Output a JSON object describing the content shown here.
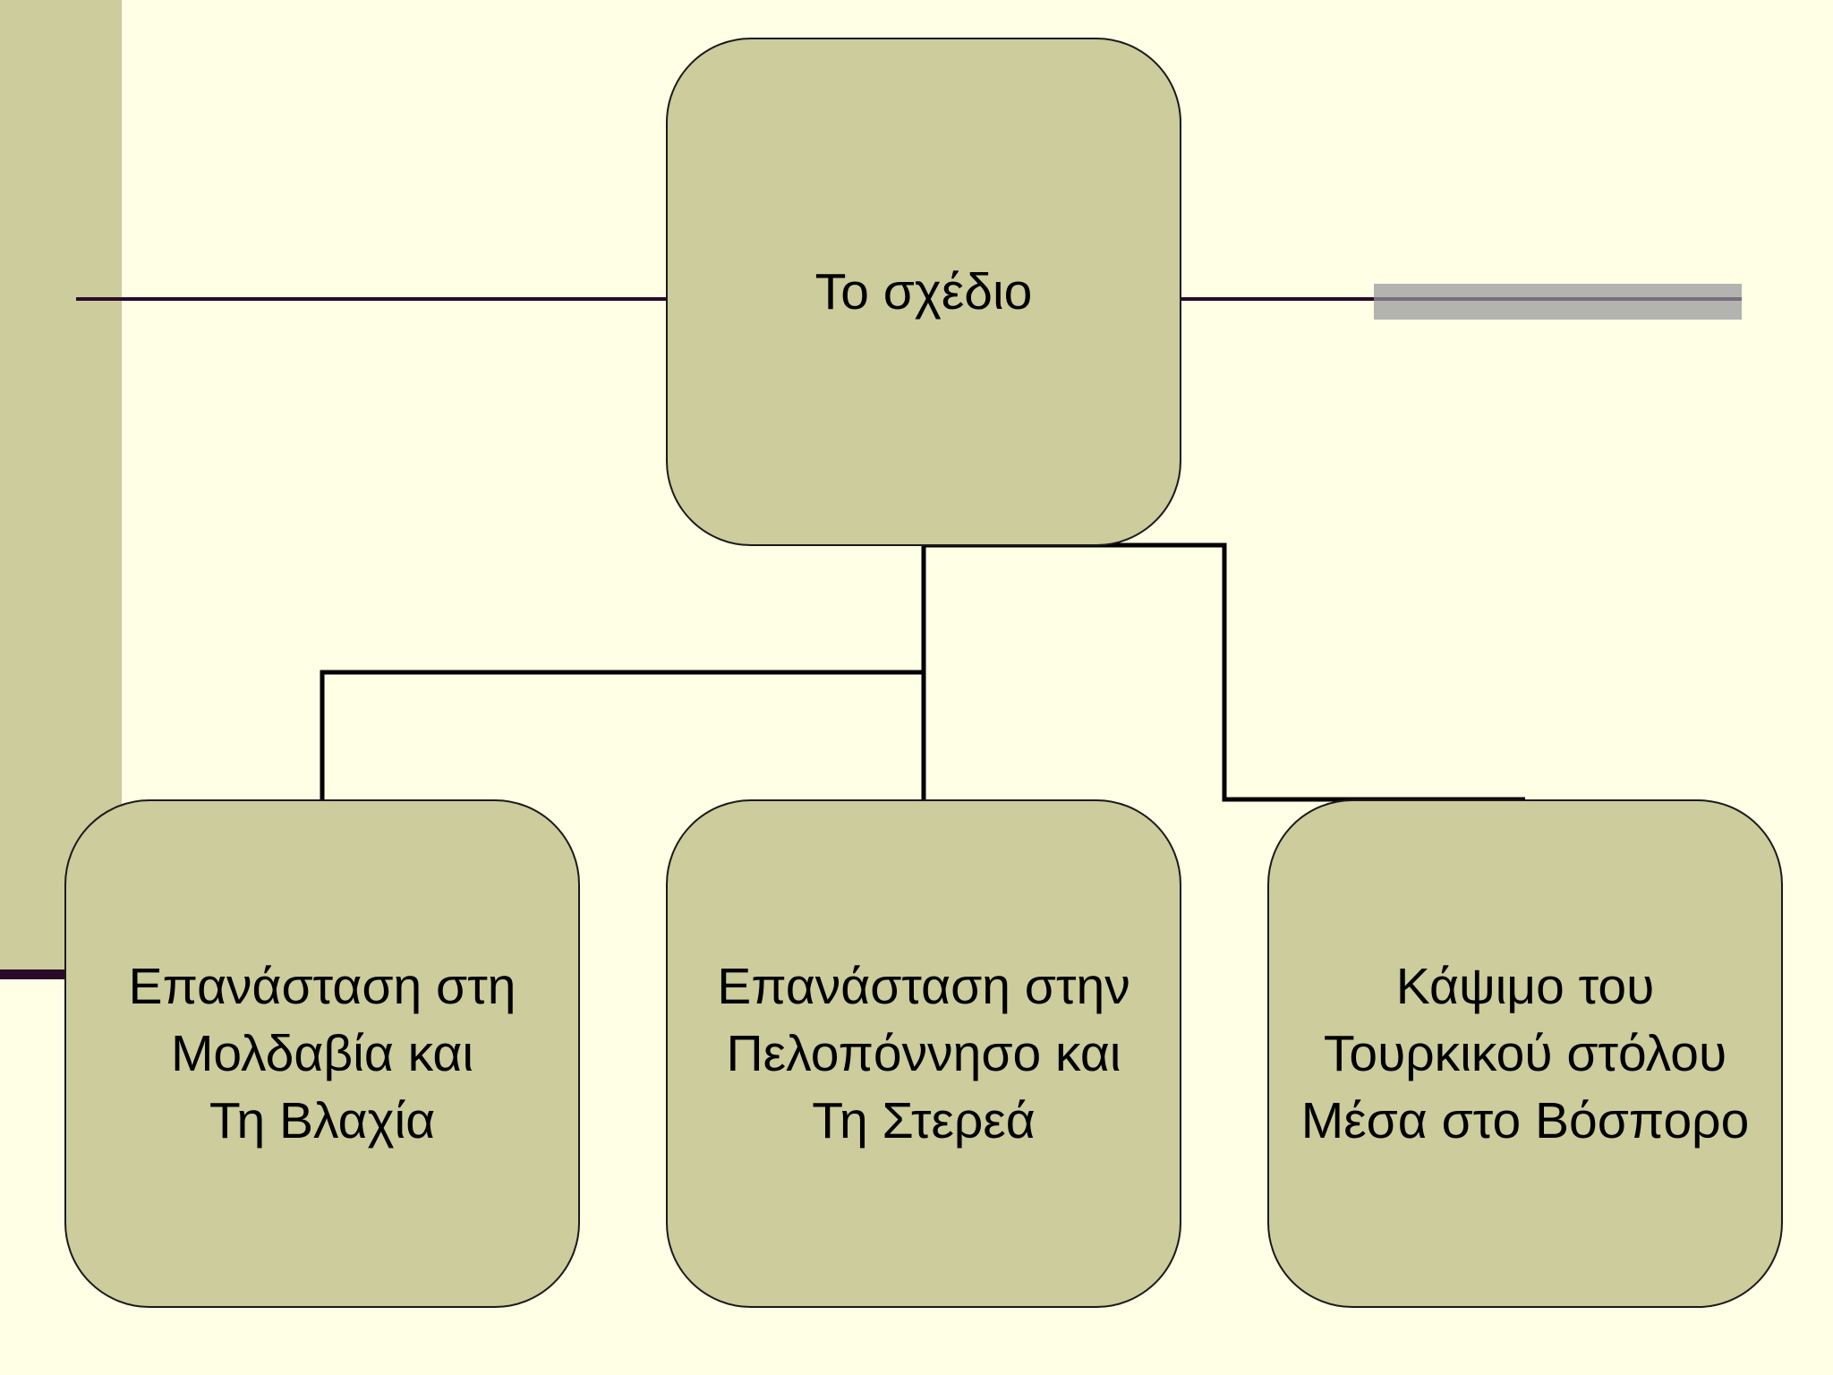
{
  "diagram": {
    "root": {
      "label": "Το σχέδιο"
    },
    "children": [
      {
        "label": "Επανάσταση στη\nΜολδαβία και\nΤη Βλαχία"
      },
      {
        "label": "Επανάσταση στην\nΠελοπόννησο και\nΤη Στερεά"
      },
      {
        "label": "Κάψιμο του\nΤουρκικού στόλου\nΜέσα στο Βόσπορο"
      }
    ]
  },
  "colors": {
    "background": "#ffffe6",
    "node_fill": "#cccc9c",
    "node_border": "#1a1a1a",
    "rule": "#2a0a2a",
    "accent_bar": "#96969b",
    "connector": "#000000"
  }
}
